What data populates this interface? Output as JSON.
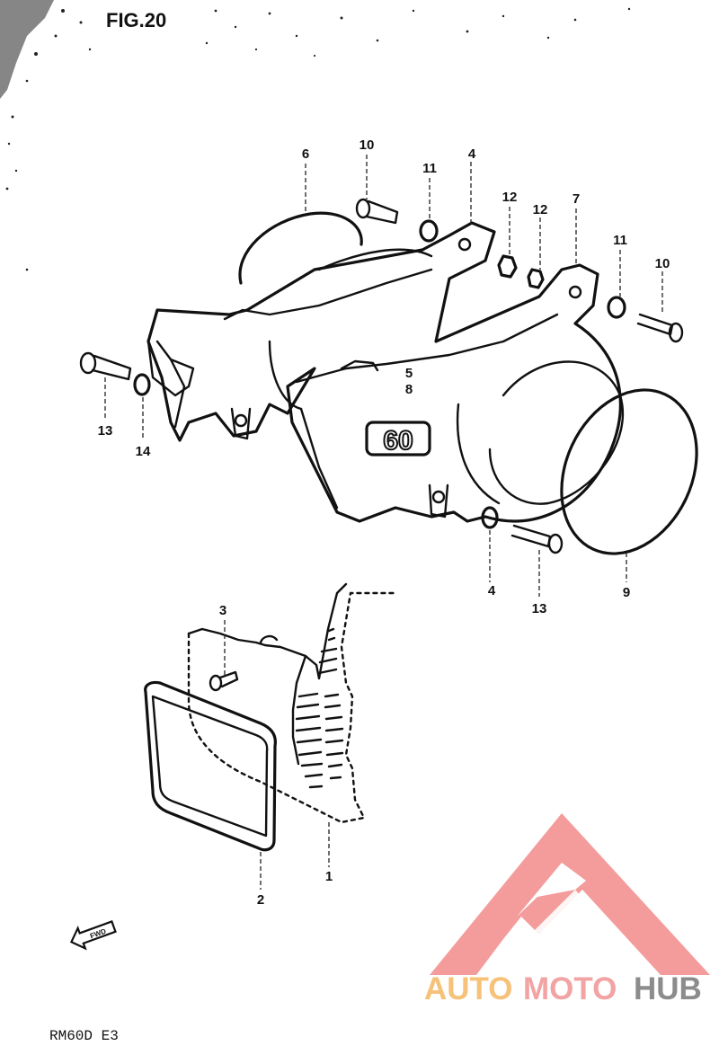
{
  "figure": {
    "title": "FIG.20",
    "model": "RM60D E3"
  },
  "decal_text": "60",
  "fwd_label": "FWD",
  "watermark": {
    "part1": "AUTO",
    "part2": "MOTO",
    "part3": "HUB"
  },
  "callouts": {
    "c1": "1",
    "c2": "2",
    "c3": "3",
    "c4a": "4",
    "c4b": "4",
    "c5": "5",
    "c6": "6",
    "c7": "7",
    "c8": "8",
    "c9": "9",
    "c10a": "10",
    "c10b": "10",
    "c11a": "11",
    "c11b": "11",
    "c12a": "12",
    "c12b": "12",
    "c13a": "13",
    "c13b": "13",
    "c14": "14"
  },
  "colors": {
    "ink": "#111111",
    "watermark_red": "#f28b8b",
    "watermark_orange": "#f6c27a",
    "watermark_gray": "#8c8c8c"
  }
}
